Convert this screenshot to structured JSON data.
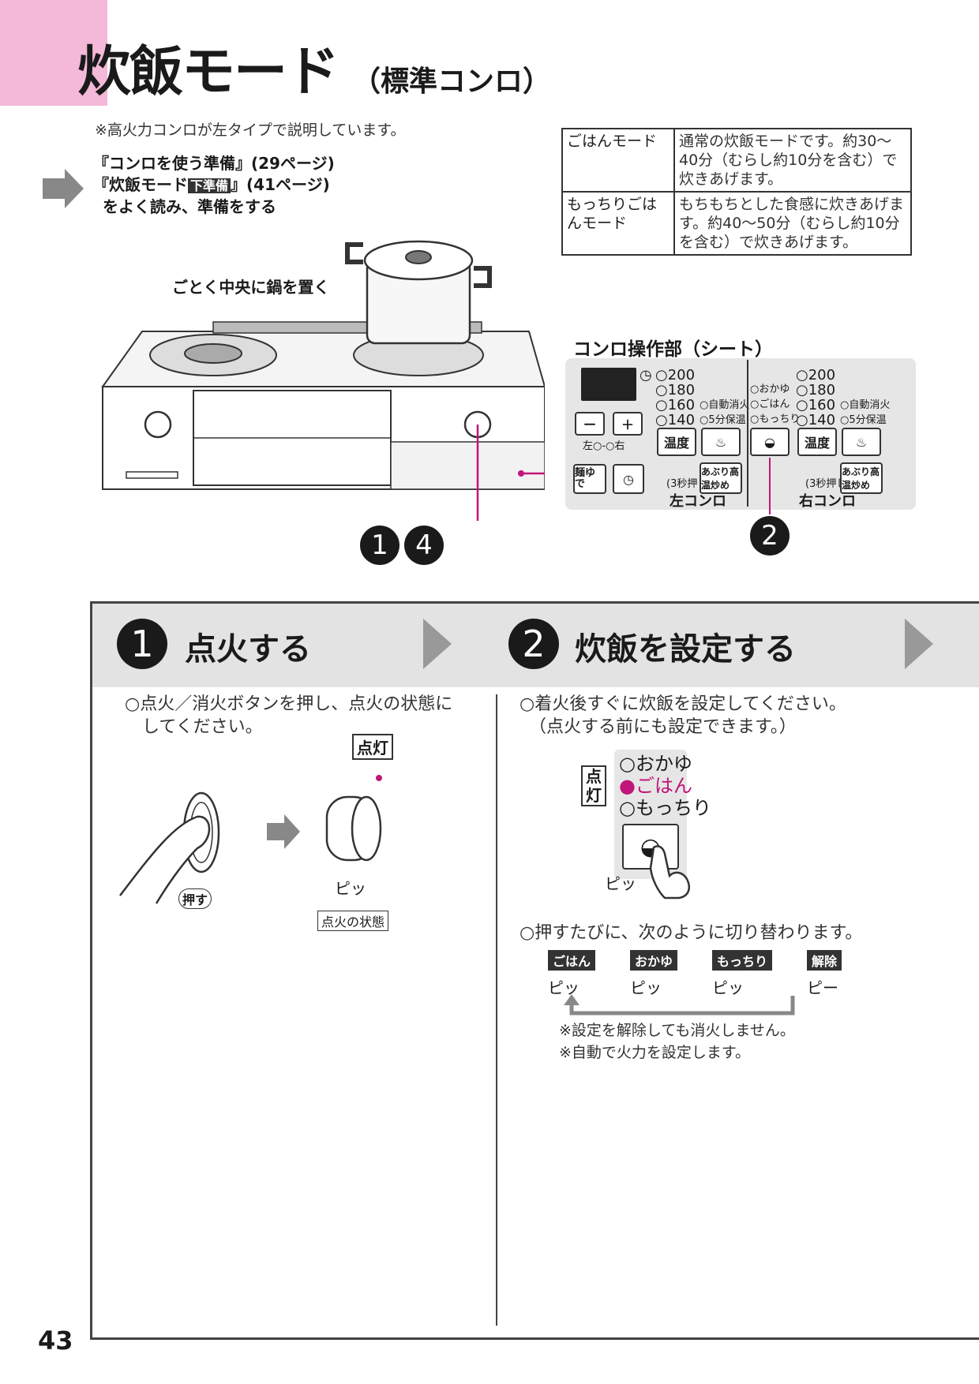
{
  "header": {
    "title": "炊飯モード",
    "subtitle": "（標準コンロ）",
    "note": "※高火力コンロが左タイプで説明しています。"
  },
  "prep": {
    "line1": "『コンロを使う準備』(29ページ)",
    "line2_pre": "『炊飯モード",
    "line2_tag": "下準備",
    "line2_post": "』(41ページ)",
    "line3": "をよく読み、準備をする"
  },
  "modes_table": [
    {
      "name": "ごはんモード",
      "desc": "通常の炊飯モードです。約30～40分（むらし約10分を含む）で炊きあげます。"
    },
    {
      "name": "もっちりごはんモード",
      "desc": "もちもちとした食感に炊きあげます。約40～50分（むらし約10分を含む）で炊きあげます。"
    }
  ],
  "illustration": {
    "place_label": "ごとく中央に鍋を置く",
    "panel_title": "コンロ操作部（シート）",
    "callouts_left": [
      "1",
      "4"
    ],
    "callout_right": "2"
  },
  "panel": {
    "temps": [
      "○200",
      "○180",
      "○160",
      "○140"
    ],
    "auto_off": "○自動消火",
    "keep_warm": "○5分保温",
    "minus": "ー",
    "plus": "＋",
    "left_right": "左○-○右",
    "temp_button": "温度",
    "noodle_button": "麺ゆで",
    "aburi_button": "あぶり高温炒め",
    "press3": "(3秒押し)",
    "left_label": "左コンロ",
    "right_label": "右コンロ",
    "rice_modes": [
      "○おかゆ",
      "○ごはん",
      "○もっちり"
    ]
  },
  "step1": {
    "num": "1",
    "title": "点火する",
    "text_line1": "○点火／消火ボタンを押し、点火の状態に",
    "text_line2": "してください。",
    "press_label": "押す",
    "lit_label": "点灯",
    "sound": "ピッ",
    "state_label": "点火の状態"
  },
  "step2": {
    "num": "2",
    "title": "炊飯を設定する",
    "text_line1": "○着火後すぐに炊飯を設定してください。",
    "text_line2": "（点火する前にも設定できます。）",
    "lit_label": "点灯",
    "modes_list": [
      "○おかゆ",
      "●ごはん",
      "○もっちり"
    ],
    "sound": "ピッ",
    "cycle_text": "○押すたびに、次のように切り替わります。",
    "cycle": [
      {
        "label": "ごはん",
        "sound": "ピッ"
      },
      {
        "label": "おかゆ",
        "sound": "ピッ"
      },
      {
        "label": "もっちり",
        "sound": "ピッ"
      },
      {
        "label": "解除",
        "sound": "ピー"
      }
    ],
    "note1": "※設定を解除しても消火しません。",
    "note2": "※自動で火力を設定します。"
  },
  "page_number": "43",
  "colors": {
    "pink": "#f4b8d8",
    "magenta": "#c0157a",
    "gray": "#e3e3e3"
  }
}
